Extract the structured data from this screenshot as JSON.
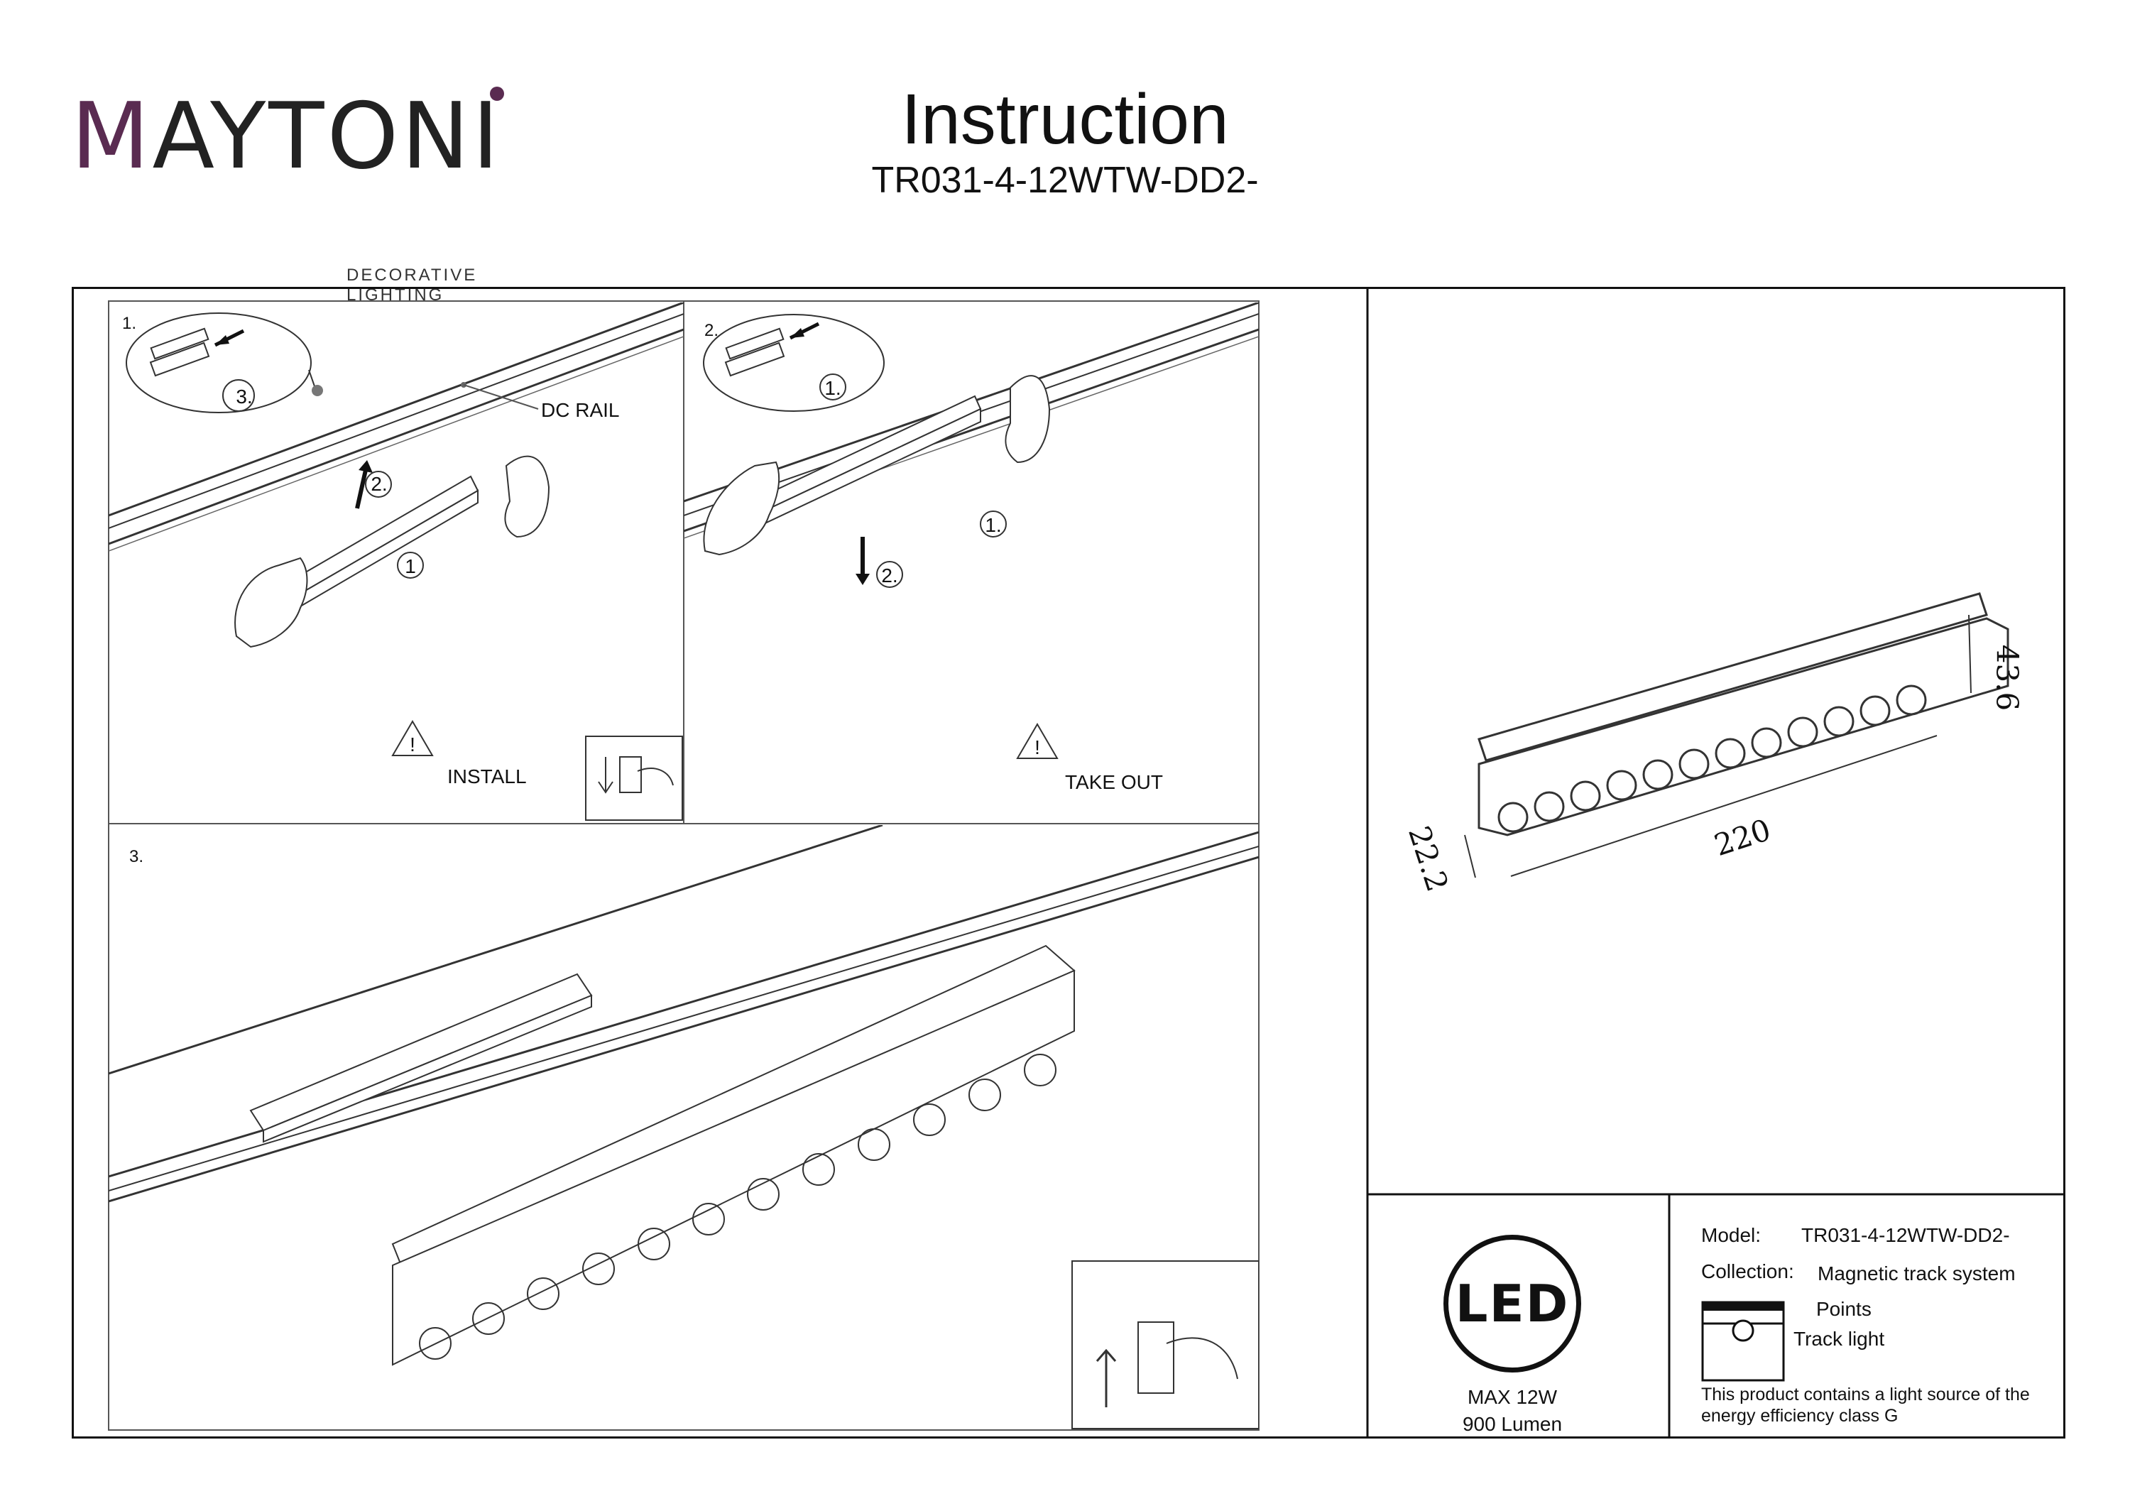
{
  "brand": {
    "logo_word": "MAYTONI",
    "tagline": "DECORATIVE LIGHTING",
    "color": "#5a2b51"
  },
  "header": {
    "title": "Instruction",
    "model_code": "TR031-4-12WTW-DD2-"
  },
  "step1": {
    "number": "1.",
    "rail_label": "DC RAIL",
    "callouts": [
      "3.",
      "2.",
      "1"
    ],
    "warning_label": "INSTALL",
    "warning_icon": "warning-triangle-icon"
  },
  "step2": {
    "number": "2.",
    "callouts": [
      "1.",
      "1.",
      "2."
    ],
    "warning_label": "TAKE OUT",
    "warning_icon": "warning-triangle-icon"
  },
  "step3": {
    "number": "3."
  },
  "dimensions": {
    "length": "220",
    "height": "43.6",
    "depth": "22.2"
  },
  "led": {
    "badge": "LED",
    "max_power": "MAX 12W",
    "lumen": "900 Lumen"
  },
  "spec": {
    "model_label": "Model:",
    "model_value": "TR031-4-12WTW-DD2-",
    "collection_label": "Collection:",
    "collection_value": "Magnetic track system",
    "points": "Points",
    "track_light": "Track light",
    "energy_note_line1": "This product contains a light source of the",
    "energy_note_line2": "energy efficiency class G"
  }
}
